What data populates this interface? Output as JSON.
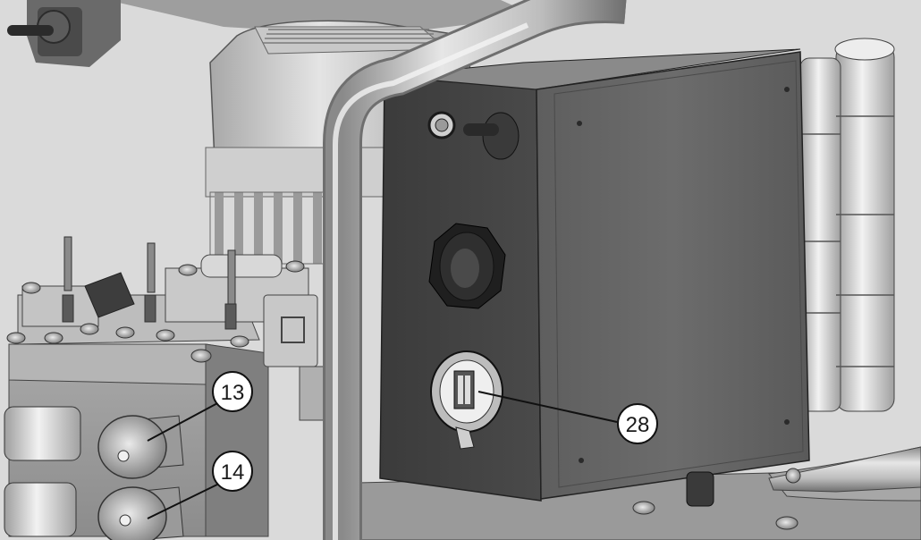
{
  "callouts": [
    {
      "id": "13",
      "label": "13"
    },
    {
      "id": "14",
      "label": "14"
    },
    {
      "id": "28",
      "label": "28"
    }
  ]
}
